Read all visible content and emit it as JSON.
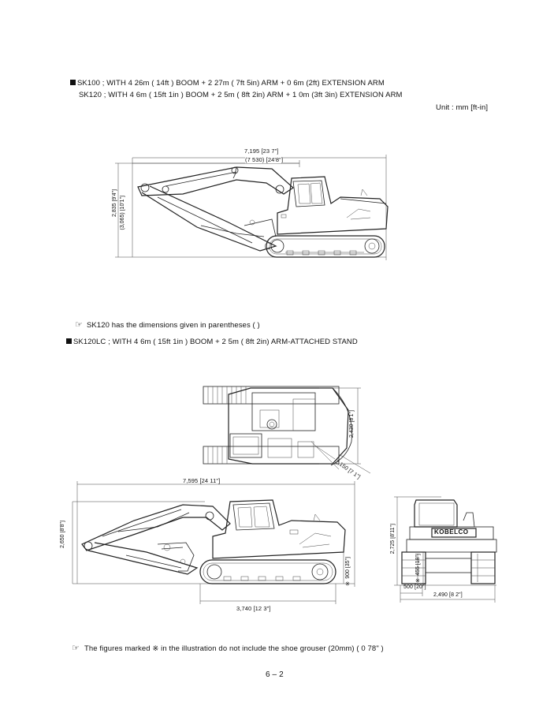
{
  "section1": {
    "line1": "SK100 ; WITH 4 26m ( 14ft ) BOOM + 2 27m ( 7ft 5in) ARM + 0 6m (2ft) EXTENSION ARM",
    "line2": "SK120 ; WITH 4 6m ( 15ft 1in ) BOOM + 2 5m ( 8ft 2in) ARM + 1 0m (3ft 3in) EXTENSION ARM",
    "unit": "Unit : mm [ft-in]"
  },
  "figure1": {
    "length": "7,195 [23 7\"]",
    "length_alt": "(7 530) [24'8\"]",
    "height": "2,835 [9'4\"]",
    "height_alt": "(3,065) [10'1\"]"
  },
  "note1": "SK120 has the dimensions given in parentheses (      )",
  "section2": {
    "line1": "SK120LC ; WITH 4 6m (  15ft 1in ) BOOM + 2 5m ( 8ft 2in) ARM-ATTACHED STAND"
  },
  "figure2": {
    "top_width": "2,430 [8'1\"]",
    "swing_radius": "2,150 [7 1\"]",
    "overall_length": "7,595 [24 11\"]",
    "side_height": "2,650 [8'8\"]",
    "ground_clearance": "※ 900 [35\"]",
    "tumbler_distance": "3,740 [12 3\"]",
    "front_height": "2,725 [8'11\"]",
    "min_ground_clearance": "※ 455 [18\"]",
    "shoe_width": "500 [20\"]",
    "overall_width": "2,490 [8 2\"]",
    "brand": "KOBELCO"
  },
  "note2": "The figures marked ※ in the illustration do not include the shoe grouser (20mm) ( 0 78\" )",
  "page_number": "6 – 2"
}
